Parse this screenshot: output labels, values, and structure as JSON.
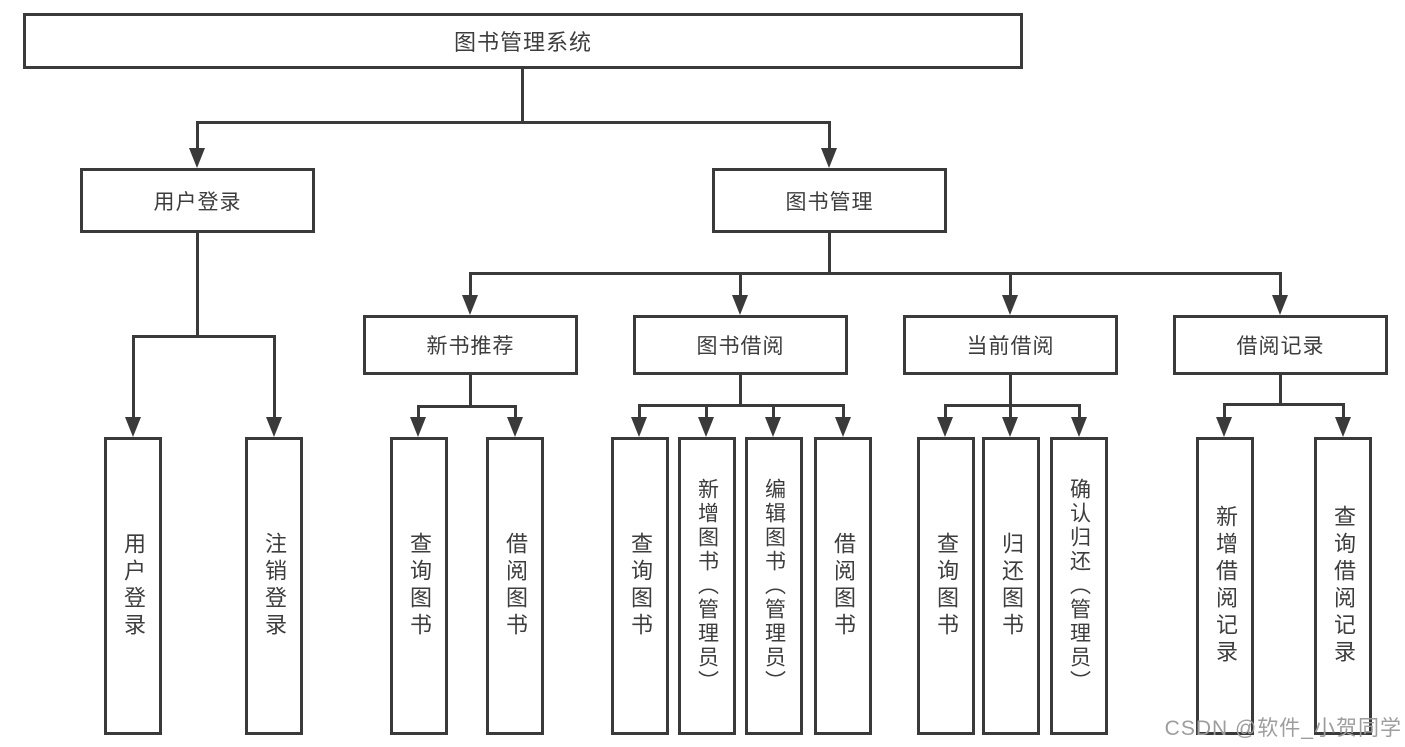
{
  "tree": {
    "root": {
      "label": "图书管理系统",
      "children": [
        {
          "label": "用户登录",
          "children": [
            {
              "label": "用户登录"
            },
            {
              "label": "注销登录"
            }
          ]
        },
        {
          "label": "图书管理",
          "children": [
            {
              "label": "新书推荐",
              "children": [
                {
                  "label": "查询图书"
                },
                {
                  "label": "借阅图书"
                }
              ]
            },
            {
              "label": "图书借阅",
              "children": [
                {
                  "label": "查询图书"
                },
                {
                  "label": "新增图书（管理员）"
                },
                {
                  "label": "编辑图书（管理员）"
                },
                {
                  "label": "借阅图书"
                }
              ]
            },
            {
              "label": "当前借阅",
              "children": [
                {
                  "label": "查询图书"
                },
                {
                  "label": "归还图书"
                },
                {
                  "label": "确认归还（管理员）"
                }
              ]
            },
            {
              "label": "借阅记录",
              "children": [
                {
                  "label": "新增借阅记录"
                },
                {
                  "label": "查询借阅记录"
                }
              ]
            }
          ]
        }
      ]
    }
  },
  "watermark": {
    "text": "CSDN @软件_小贺同学"
  },
  "colors": {
    "line": "#3a3a3a",
    "text": "#3d3d3d",
    "background": "#ffffff",
    "watermark": "#9d9d9d"
  }
}
